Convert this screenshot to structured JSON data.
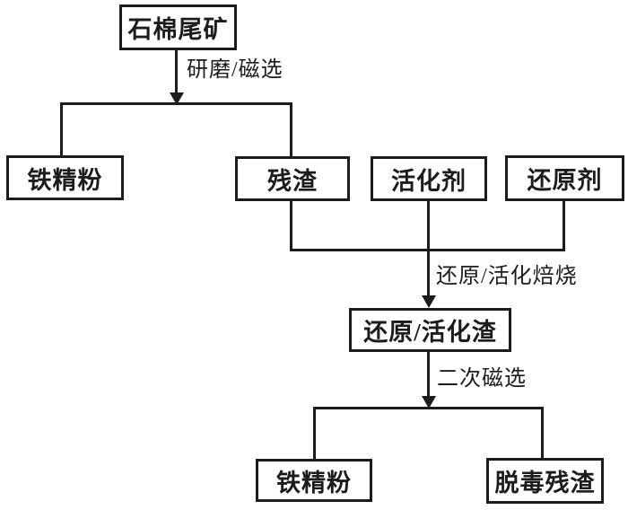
{
  "diagram": {
    "type": "flowchart",
    "background_color": "#ffffff",
    "line_color": "#1c1c1c",
    "text_color": "#1c1c1c",
    "box_fill": "#ffffff",
    "nodes": {
      "source": {
        "label": "石棉尾矿"
      },
      "iron_top": {
        "label": "铁精粉"
      },
      "residue": {
        "label": "残渣"
      },
      "activator": {
        "label": "活化剂"
      },
      "reducer": {
        "label": "还原剂"
      },
      "slag": {
        "label": "还原/活化渣"
      },
      "iron_bottom": {
        "label": "铁精粉"
      },
      "detox": {
        "label": "脱毒残渣"
      }
    },
    "edge_labels": {
      "grind": "研磨/磁选",
      "roast": "还原/活化焙烧",
      "second_mag": "二次磁选"
    },
    "edges": [
      {
        "from": [
          "石棉尾矿"
        ],
        "label": "研磨/磁选",
        "to": [
          "铁精粉",
          "残渣"
        ]
      },
      {
        "from": [
          "残渣",
          "活化剂",
          "还原剂"
        ],
        "label": "还原/活化焙烧",
        "to": [
          "还原/活化渣"
        ]
      },
      {
        "from": [
          "还原/活化渣"
        ],
        "label": "二次磁选",
        "to": [
          "铁精粉",
          "脱毒残渣"
        ]
      }
    ]
  }
}
